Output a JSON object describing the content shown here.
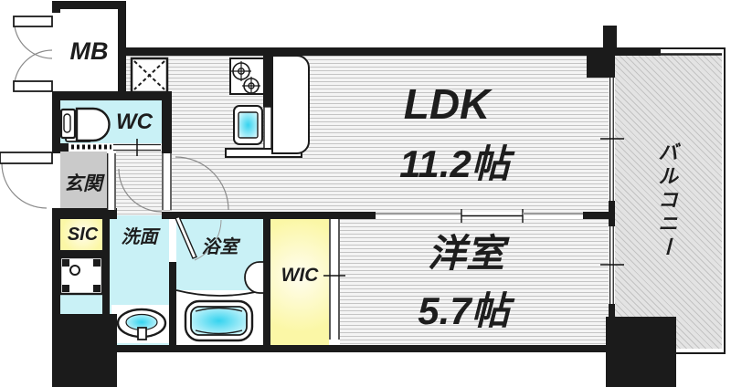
{
  "rooms": {
    "mb": {
      "label": "MB"
    },
    "wc": {
      "label": "WC"
    },
    "genkan": {
      "label": "玄関"
    },
    "sic": {
      "label": "SIC"
    },
    "washroom": {
      "label": "洗面"
    },
    "bathroom": {
      "label": "浴室"
    },
    "wic": {
      "label": "WIC"
    },
    "ldk": {
      "label": "LDK",
      "size": "11.2帖"
    },
    "western": {
      "label": "洋室",
      "size": "5.7帖"
    },
    "balcony": {
      "label": "バルコニー"
    }
  },
  "fixtures": {
    "toilet": "toilet-icon",
    "stove": "stove-icon",
    "kitchen_sink": "kitchen-sink-icon",
    "refrigerator_space": "fridge-space-icon",
    "washing_machine": "washing-machine-pan-icon",
    "wash_basin": "wash-basin-icon",
    "bathtub": "bathtub-icon",
    "bath_counter": "bath-counter-icon",
    "shaft": "shaft-hatch-icon"
  },
  "colors": {
    "wall": "#1b1b1b",
    "water_room": "#c9f1f6",
    "closet_yellow": "#fbf7a6",
    "genkan_gray": "#cacaca",
    "floor_bg": "#f4f4f4",
    "floor_line": "#c4c4c4",
    "balcony_bg": "#e3e3e3",
    "balcony_line": "#c3c3c3",
    "fixture_cyan": "#3fd6ee",
    "text": "#1d1d1d"
  }
}
